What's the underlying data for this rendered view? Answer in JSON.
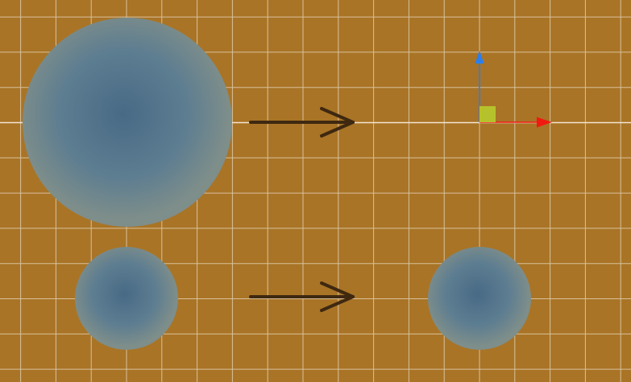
{
  "colors": {
    "background": "#a97426",
    "grid_line": "#d9c19c",
    "axis_line": "#f3e6d2",
    "sphere_core": "#486a85",
    "sphere_mid": "#5d7d91",
    "sphere_edge": "#7e8e8a",
    "arrow": "#3e2810",
    "gizmo_x": "#f01a10",
    "gizmo_y": "#2a7ff0",
    "gizmo_handle": "#b5c22c"
  },
  "scene": {
    "objects": [
      {
        "name": "sphere-large",
        "icon": "sphere"
      },
      {
        "name": "sphere-small-left",
        "icon": "sphere"
      },
      {
        "name": "sphere-small-right",
        "icon": "sphere"
      }
    ],
    "annotations": [
      {
        "name": "arrow-top",
        "icon": "right-arrow"
      },
      {
        "name": "arrow-bottom",
        "icon": "right-arrow"
      }
    ],
    "gizmo": {
      "type": "translate",
      "axes": [
        "x",
        "y"
      ],
      "icons": [
        "x-axis-arrow-icon",
        "y-axis-arrow-icon",
        "plane-handle-icon"
      ]
    }
  }
}
